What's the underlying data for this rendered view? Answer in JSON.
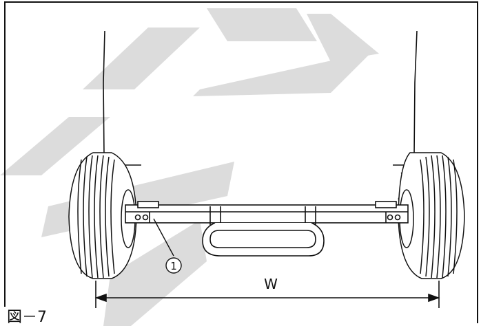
{
  "figure": {
    "caption": "図－7",
    "dimension_label": "W",
    "callout_number": "1",
    "colors": {
      "line": "#111111",
      "watermark": "#dcdcdc",
      "background": "#ffffff"
    }
  }
}
